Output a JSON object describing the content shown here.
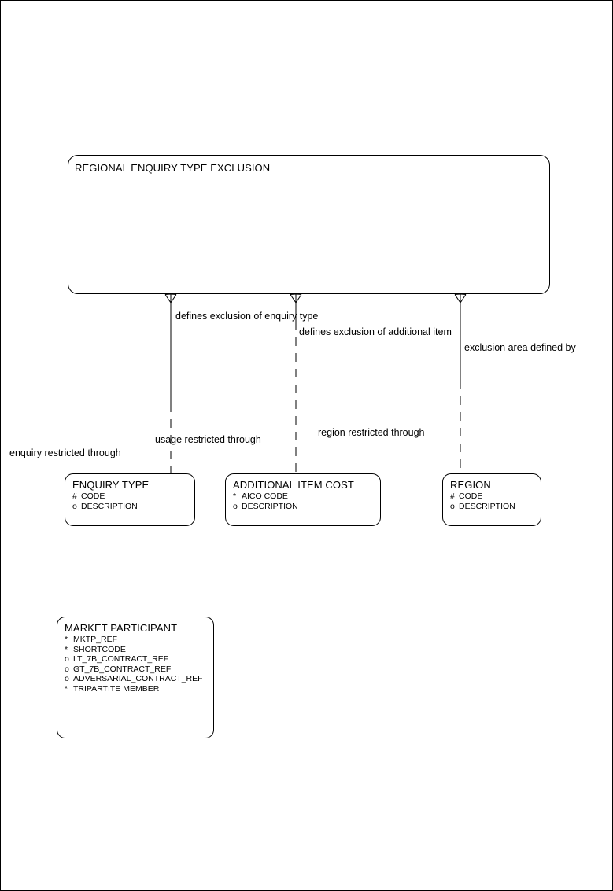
{
  "diagram": {
    "type": "entity-relationship-diagram",
    "notation": "oracle-barker",
    "page_border_color": "#000000",
    "line_color": "#000000",
    "background_color": "#ffffff"
  },
  "entities": [
    {
      "id": "regional-enquiry-type-exclusion",
      "name": "REGIONAL ENQUIRY TYPE EXCLUSION",
      "attributes": []
    },
    {
      "id": "enquiry-type",
      "name": "ENQUIRY TYPE",
      "attributes": [
        {
          "marker": "#",
          "name": "CODE"
        },
        {
          "marker": "o",
          "name": "DESCRIPTION"
        }
      ]
    },
    {
      "id": "additional-item-cost",
      "name": "ADDITIONAL ITEM COST",
      "attributes": [
        {
          "marker": "*",
          "name": "AICO CODE"
        },
        {
          "marker": "o",
          "name": "DESCRIPTION"
        }
      ]
    },
    {
      "id": "region",
      "name": "REGION",
      "attributes": [
        {
          "marker": "#",
          "name": "CODE"
        },
        {
          "marker": "o",
          "name": "DESCRIPTION"
        }
      ]
    },
    {
      "id": "market-participant",
      "name": "MARKET PARTICIPANT",
      "attributes": [
        {
          "marker": "*",
          "name": "MKTP_REF"
        },
        {
          "marker": "*",
          "name": "SHORTCODE"
        },
        {
          "marker": "o",
          "name": "LT_7B_CONTRACT_REF"
        },
        {
          "marker": "o",
          "name": "GT_7B_CONTRACT_REF"
        },
        {
          "marker": "o",
          "name": "ADVERSARIAL_CONTRACT_REF"
        },
        {
          "marker": "*",
          "name": "TRIPARTITE MEMBER"
        }
      ]
    }
  ],
  "relationships": [
    {
      "id": "enquiry-type-exclusion",
      "from": "regional-enquiry-type-exclusion",
      "to": "enquiry-type",
      "label_from": "defines exclusion of enquiry type",
      "label_to": "enquiry restricted through"
    },
    {
      "id": "additional-item-exclusion",
      "from": "regional-enquiry-type-exclusion",
      "to": "additional-item-cost",
      "label_from": "defines exclusion of additional item",
      "label_to": "usage restricted through"
    },
    {
      "id": "exclusion-area",
      "from": "regional-enquiry-type-exclusion",
      "to": "region",
      "label_from": "exclusion area defined by",
      "label_to": "region restricted through"
    }
  ]
}
